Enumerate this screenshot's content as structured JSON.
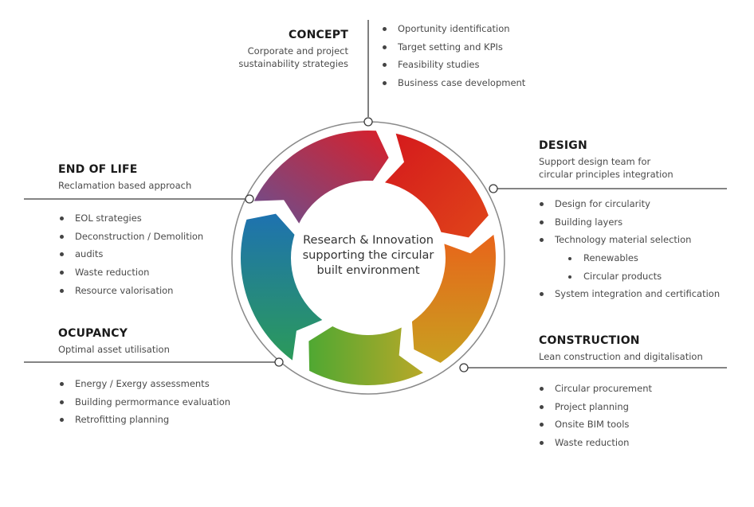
{
  "center": {
    "lines": [
      "Research & Innovation",
      "supporting the circular",
      "built environment"
    ]
  },
  "stages": {
    "concept": {
      "title": "CONCEPT",
      "subtitle": [
        "Corporate and project",
        "sustainability strategies"
      ],
      "items": [
        "Oportunity identification",
        "Target setting and KPIs",
        "Feasibility studies",
        "Business case development"
      ]
    },
    "design": {
      "title": "DESIGN",
      "subtitle": [
        "Support design team for",
        "circular principles integration"
      ],
      "items": [
        "Design for circularity",
        "Building layers",
        "Technology material selection",
        "Renewables",
        "Circular products",
        "System integration and certification"
      ]
    },
    "construction": {
      "title": "CONSTRUCTION",
      "subtitle": [
        "Lean construction and digitalisation"
      ],
      "items": [
        "Circular procurement",
        "Project planning",
        "Onsite BIM tools",
        "Waste reduction"
      ]
    },
    "ocupancy": {
      "title": "OCUPANCY",
      "subtitle": [
        "Optimal asset utilisation"
      ],
      "items": [
        "Energy / Exergy assessments",
        "Building permormance evaluation",
        "Retrofitting planning"
      ]
    },
    "end_of_life": {
      "title": "END OF LIFE",
      "subtitle": [
        "Reclamation based approach"
      ],
      "items": [
        "EOL strategies",
        "Deconstruction / Demolition",
        "audits",
        "Waste reduction",
        "Resource valorisation"
      ]
    }
  },
  "colors": {
    "segment_concept_design": [
      "#d4181c",
      "#e0451a"
    ],
    "segment_design_construction": [
      "#e8641a",
      "#d8a21a"
    ],
    "segment_construction_ocupancy": [
      "#b8a828",
      "#5fa82a"
    ],
    "segment_ocupancy_eol": [
      "#2b9a5a",
      "#1e7aa8"
    ],
    "segment_eol_concept": [
      "#7a4e86",
      "#d42a2a"
    ],
    "connector": "#3a3a3a"
  }
}
